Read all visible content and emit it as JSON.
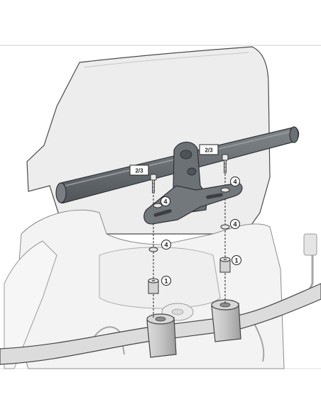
{
  "labels": {
    "part_ref_left": "2/3",
    "part_ref_right": "2/3",
    "washer_upper_right": "4",
    "washer_plate": "4",
    "washer_mid_right": "4",
    "washer_mid_left": "4",
    "spacer_left": "1",
    "spacer_right": "1"
  },
  "colors": {
    "bar_fill": "#6f7378",
    "bar_dark": "#4f5357",
    "windscreen_fill": "#ececec",
    "line_dark": "#3a3a3a",
    "line_light": "#bdbdbd",
    "clamp_fill": "#c9c9c9"
  }
}
